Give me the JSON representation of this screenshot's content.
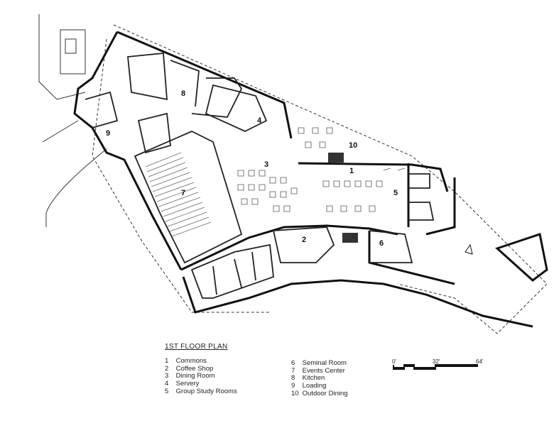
{
  "title": "1ST FLOOR PLAN",
  "legend_left": [
    {
      "num": "1",
      "label": "Commons"
    },
    {
      "num": "2",
      "label": "Coffee Shop"
    },
    {
      "num": "3",
      "label": "Dining Room"
    },
    {
      "num": "4",
      "label": "Servery"
    },
    {
      "num": "5",
      "label": "Group Study Rooms"
    }
  ],
  "legend_right": [
    {
      "num": "6",
      "label": "Seminal Room"
    },
    {
      "num": "7",
      "label": "Events Center"
    },
    {
      "num": "8",
      "label": "Kitchen"
    },
    {
      "num": "9",
      "label": "Loading"
    },
    {
      "num": "10",
      "label": "Outdoor Dining"
    }
  ],
  "scale": {
    "ticks": [
      "0'",
      "32'",
      "64'"
    ]
  },
  "room_labels": [
    "1",
    "2",
    "3",
    "4",
    "5",
    "6",
    "7",
    "8",
    "9",
    "10"
  ]
}
